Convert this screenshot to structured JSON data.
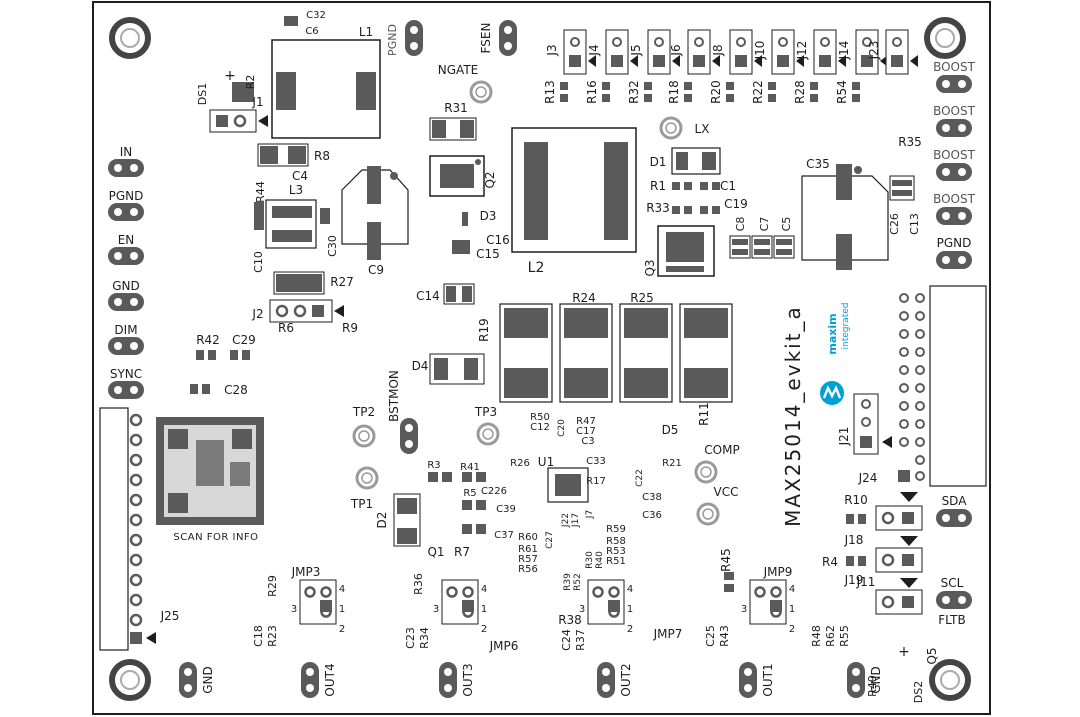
{
  "colors": {
    "outline": "#1e1e1e",
    "pad": "#5a5a5a",
    "pad_light": "#9a9a9a",
    "label": "#1e1e1e",
    "bg": "#ffffff",
    "logo": "#009fd4",
    "gray_label": "#555555"
  },
  "labels": {
    "board_name": "MAX25014_evkit_a",
    "brand_line1": "maxim",
    "brand_line2": "integrated",
    "qr_caption": "SCAN FOR INFO",
    "edge_left": [
      "IN",
      "PGND",
      "EN",
      "GND",
      "DIM",
      "SYNC"
    ],
    "edge_right": [
      "BOOST",
      "BOOST",
      "BOOST",
      "BOOST",
      "PGND",
      "SDA",
      "SCL",
      "FLTB"
    ],
    "bottom": [
      "GND",
      "OUT4",
      "OUT3",
      "OUT2",
      "OUT1",
      "GND"
    ],
    "test_points": [
      "NGATE",
      "FSEN",
      "PGND",
      "LX",
      "TP2",
      "BSTMON",
      "TP3",
      "TP1",
      "COMP",
      "VCC"
    ],
    "top_headers": [
      "J3",
      "J4",
      "J5",
      "J6",
      "J8",
      "J10",
      "J12",
      "J14",
      "J23"
    ],
    "top_resistors": [
      "R13",
      "R16",
      "R32",
      "R18",
      "R20",
      "R22",
      "R28",
      "R54"
    ],
    "refdes": [
      "C32",
      "C6",
      "L1",
      "R2",
      "DS1",
      "J1",
      "R8",
      "C4",
      "L3",
      "R44",
      "C10",
      "C30",
      "C9",
      "R31",
      "Q2",
      "D3",
      "C16",
      "C15",
      "L2",
      "D1",
      "R1",
      "C1",
      "R33",
      "C19",
      "C8",
      "C7",
      "C5",
      "Q3",
      "C35",
      "R35",
      "C26",
      "C13",
      "R27",
      "J2",
      "R6",
      "R9",
      "C14",
      "R24",
      "R25",
      "R19",
      "R11",
      "D4",
      "R42",
      "C29",
      "C28",
      "R50",
      "C12",
      "C20",
      "R47",
      "C17",
      "C3",
      "D5",
      "R26",
      "U1",
      "C33",
      "R21",
      "C22",
      "R3",
      "R41",
      "R5",
      "C226",
      "C39",
      "C37",
      "R17",
      "C38",
      "C36",
      "R60",
      "R61",
      "R57",
      "R56",
      "J22",
      "J17",
      "J7",
      "C27",
      "R59",
      "R58",
      "R53",
      "R51",
      "R39",
      "R52",
      "R30",
      "R40",
      "D2",
      "Q1",
      "R7",
      "R45",
      "J21",
      "J24",
      "R10",
      "J18",
      "R4",
      "J19",
      "J11",
      "R48",
      "R62",
      "R55",
      "Q5",
      "R49",
      "DS2",
      "J25",
      "R29",
      "R23",
      "C18",
      "R36",
      "R34",
      "C23",
      "R38",
      "R37",
      "C24",
      "C25",
      "R43"
    ],
    "jumpers": [
      "JMP3",
      "JMP6",
      "JMP7",
      "JMP9"
    ],
    "jumper_pins": [
      "1",
      "2",
      "3",
      "4"
    ],
    "ds_plus": [
      "+",
      "+"
    ]
  }
}
